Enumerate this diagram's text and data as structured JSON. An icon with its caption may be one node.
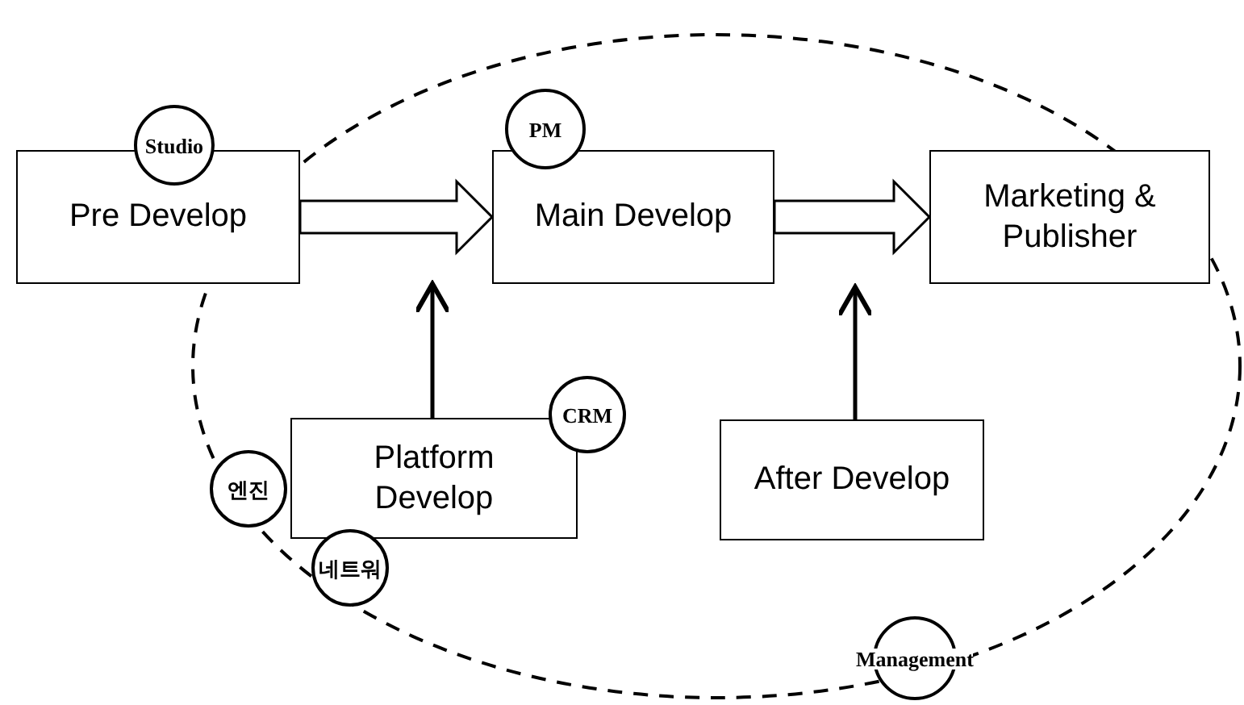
{
  "diagram": {
    "nodes": [
      {
        "text": [
          "Studio"
        ]
      },
      {
        "text": [
          "Pre Develop"
        ]
      },
      {
        "text": [
          "PM"
        ]
      },
      {
        "text": [
          "Main Develop"
        ]
      },
      {
        "text": [
          "Marketing & Publisher"
        ]
      },
      {
        "text": [
          "CRM"
        ]
      },
      {
        "text": [
          "Platform Develop"
        ]
      },
      {
        "text": [
          "엔진"
        ]
      },
      {
        "text": [
          "네트워"
        ]
      },
      {
        "text": [
          "After Develop"
        ]
      },
      {
        "text": [
          "Management"
        ]
      }
    ],
    "edges": [
      {
        "from": 1,
        "to": 3,
        "arrow": "to",
        "style": "thick"
      },
      {
        "from": 3,
        "to": 4,
        "arrow": "to",
        "style": "thick"
      },
      {
        "from": 6,
        "to": 3,
        "arrow": "to"
      },
      {
        "from": 9,
        "to": null,
        "arrow": "to"
      }
    ]
  }
}
